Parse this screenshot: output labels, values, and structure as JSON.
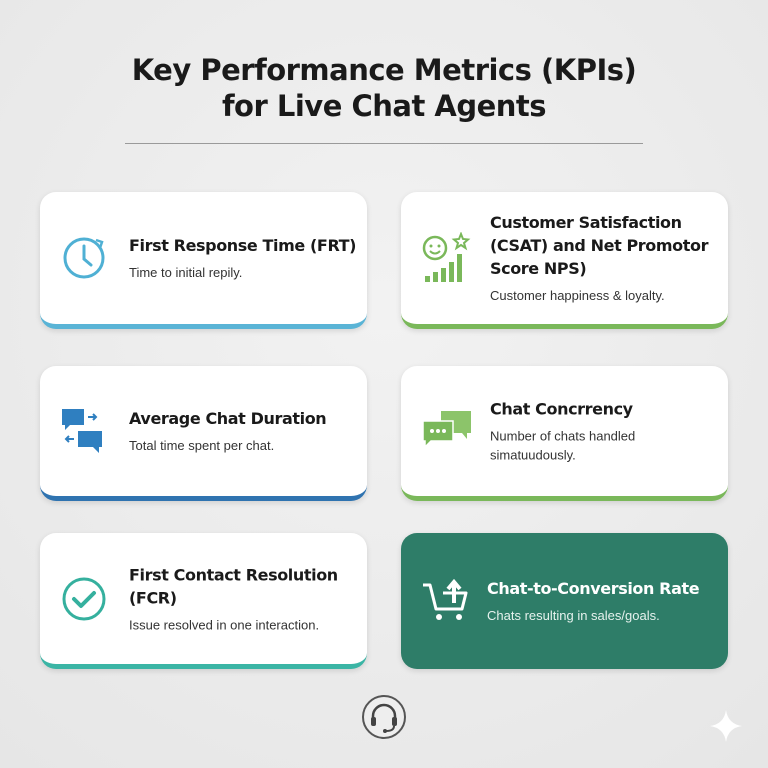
{
  "title": {
    "line1": "Key Performance Metrics (KPIs)",
    "line2": "for Live Chat Agents"
  },
  "cards": [
    {
      "title": "First Response Time (FRT)",
      "desc": "Time to initial repily.",
      "icon": "clock-icon",
      "color": "#5ab4d6"
    },
    {
      "title": "Customer Satisfaction (CSAT) and Net Promotor Score NPS)",
      "desc": "Customer happiness & loyalty.",
      "icon": "smiley-chart-icon",
      "color": "#7ab85a"
    },
    {
      "title": "Average Chat Duration",
      "desc": "Total time spent per chat.",
      "icon": "chat-exchange-icon",
      "color": "#2f73b0"
    },
    {
      "title": "Chat Concrrency",
      "desc": "Number of chats handled simatuudously.",
      "icon": "chat-bubbles-icon",
      "color": "#7ab85a"
    },
    {
      "title": "First Contact Resolution (FCR)",
      "desc": "Issue resolved in one interaction.",
      "icon": "check-circle-icon",
      "color": "#3bb5a5"
    },
    {
      "title": "Chat-to-Conversion Rate",
      "desc": "Chats resulting in sales/goals.",
      "icon": "cart-icon",
      "color": "#2e7d68"
    }
  ]
}
